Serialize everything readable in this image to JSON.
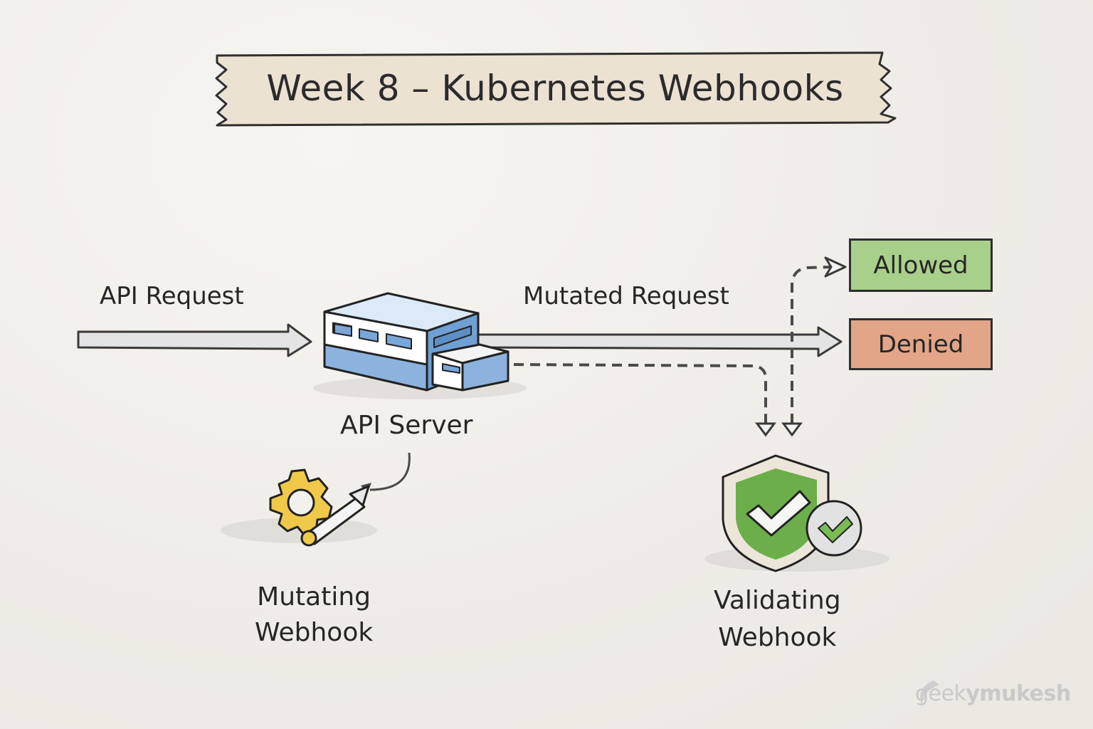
{
  "title": "Week 8 – Kubernetes Webhooks",
  "labels": {
    "api_request": "API Request",
    "mutated_request": "Mutated Request",
    "api_server": "API Server",
    "mutating_webhook_line1": "Mutating",
    "mutating_webhook_line2": "Webhook",
    "validating_webhook_line1": "Validating",
    "validating_webhook_line2": "Webhook"
  },
  "outcomes": {
    "allowed": "Allowed",
    "denied": "Denied"
  },
  "watermark": {
    "part1": "geek",
    "part2": "ymukesh"
  },
  "icons": {
    "server": "server-building-icon",
    "mutating": "gear-pencil-icon",
    "validating": "shield-check-icon"
  },
  "colors": {
    "allowed": "#a9d08a",
    "denied": "#e3a588",
    "server": "#7fa8d6",
    "gear": "#f0c84a",
    "shield": "#6cae4a",
    "banner": "#ece2d2"
  }
}
